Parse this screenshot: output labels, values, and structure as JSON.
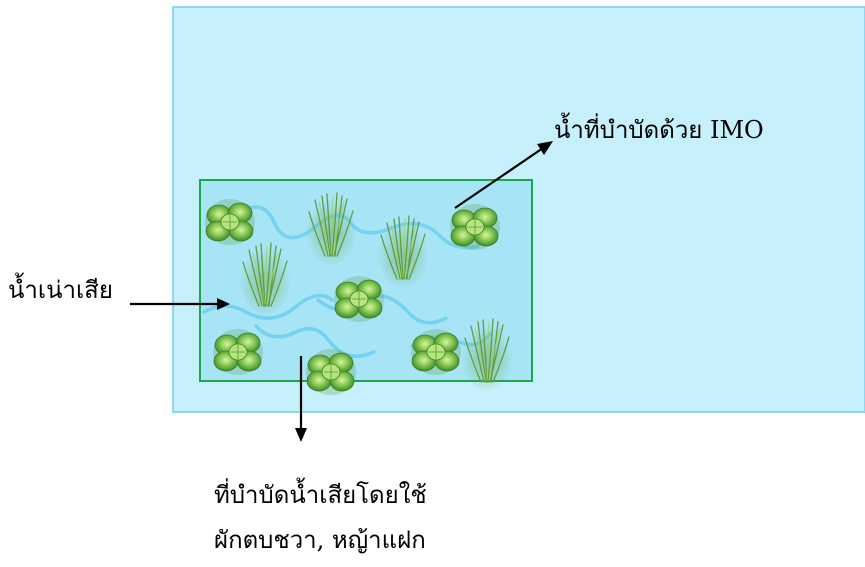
{
  "diagram": {
    "labels": {
      "treated_water": "น้ำที่บำบัดด้วย IMO",
      "wastewater": "น้ำเน่าเสีย",
      "treatment_pond_line1": "ที่บำบัดน้ำเสียโดยใช้",
      "treatment_pond_line2": "ผักตบชวา, หญ้าแฝก"
    },
    "colors": {
      "outer_water_fill": "#c6f0fb",
      "outer_water_border": "#8fd6f0",
      "pond_fill": "#a7e4f6",
      "pond_border": "#1aa64a",
      "stream": "#6fd0ef",
      "arrow": "#000000"
    },
    "icons": {
      "plant_rosette": "water-hyacinth-icon",
      "plant_tuft": "vetiver-grass-icon"
    }
  }
}
